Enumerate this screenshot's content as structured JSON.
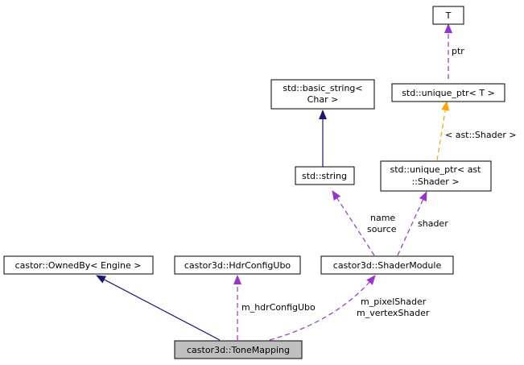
{
  "colors": {
    "inheritance": "#191970",
    "usage": "#9a32cd",
    "template": "#ffa500",
    "focus_fill": "#bfbfbf"
  },
  "nodes": {
    "T": {
      "lines": [
        "T"
      ]
    },
    "unique_ptr_T": {
      "lines": [
        "std::unique_ptr< T >"
      ]
    },
    "basic_string": {
      "lines": [
        "std::basic_string<",
        "Char >"
      ]
    },
    "string": {
      "lines": [
        "std::string"
      ]
    },
    "unique_ptr_shader": {
      "lines": [
        "std::unique_ptr< ast",
        "::Shader >"
      ]
    },
    "owned_by": {
      "lines": [
        "castor::OwnedBy< Engine >"
      ]
    },
    "hdr_config_ubo": {
      "lines": [
        "castor3d::HdrConfigUbo"
      ]
    },
    "shader_module": {
      "lines": [
        "castor3d::ShaderModule"
      ]
    },
    "tone_mapping": {
      "lines": [
        "castor3d::ToneMapping"
      ]
    }
  },
  "edges": {
    "ptr": {
      "labels": [
        "ptr"
      ]
    },
    "ast_shader": {
      "labels": [
        "< ast::Shader >"
      ]
    },
    "shader": {
      "labels": [
        "shader"
      ]
    },
    "name_source": {
      "labels": [
        "name",
        "source"
      ]
    },
    "hdr_config": {
      "labels": [
        "m_hdrConfigUbo"
      ]
    },
    "shaders": {
      "labels": [
        "m_pixelShader",
        "m_vertexShader"
      ]
    }
  }
}
